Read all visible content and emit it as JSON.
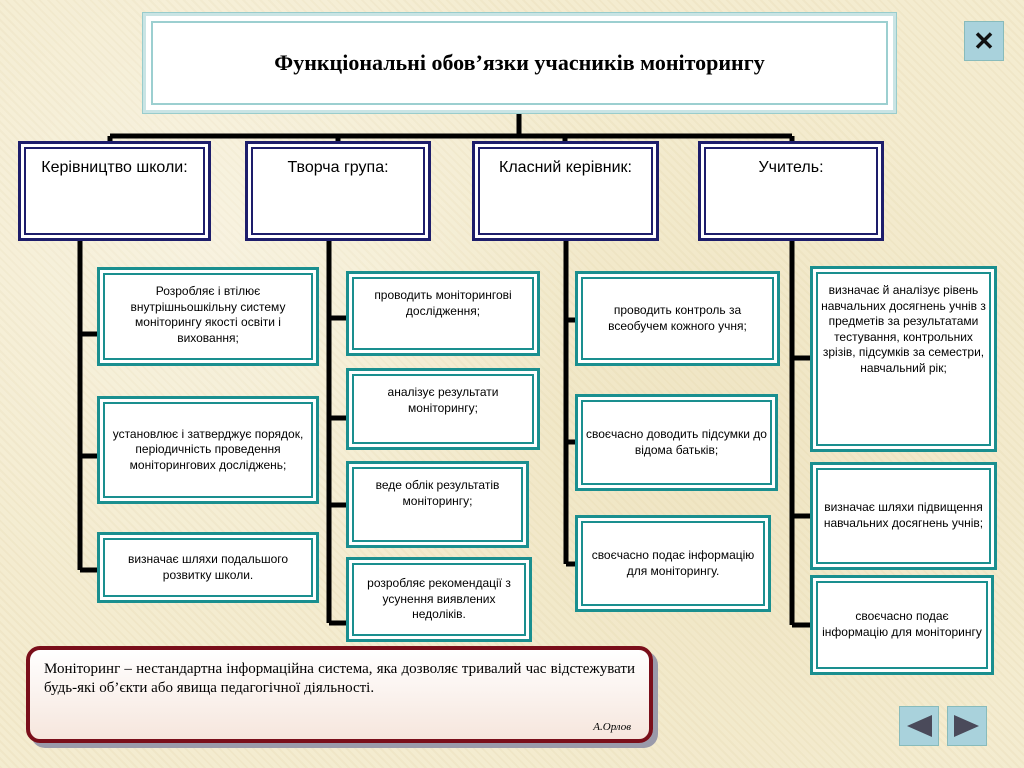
{
  "title": "Функціональні обов’язки учасників моніторингу",
  "close_glyph": "✕",
  "columns": [
    {
      "head": "Керівництво школи:",
      "tasks": [
        "Розробляє і втілює внутрішньошкільну систему моніторингу якості освіти і виховання;",
        "установлює і затверджує порядок, періодичність проведення моніторингових досліджень;",
        "визначає шляхи подальшого розвитку школи."
      ]
    },
    {
      "head": "Творча група:",
      "tasks": [
        "проводить моніторингові дослідження;",
        "аналізує результати моніторингу;",
        "веде облік результатів моніторингу;",
        "розробляє рекомендації з усунення виявлених недоліків."
      ]
    },
    {
      "head": "Класний керівник:",
      "tasks": [
        "проводить контроль за всеобучем кожного учня;",
        "своєчасно доводить підсумки до відома батьків;",
        "своєчасно подає інформацію для моніторингу."
      ]
    },
    {
      "head": "Учитель:",
      "tasks": [
        "визначає й аналізує рівень навчальних досягнень учнів з предметів за результатами тестування, контрольних зрізів, підсумків за семестри, навчальний рік;",
        "визначає шляхи підвищення навчальних досягнень учнів;",
        "своєчасно подає інформацію для моніторингу"
      ]
    }
  ],
  "quote": {
    "text": "Моніторинг – нестандартна інформаційна система, яка дозволяє тривалий час відстежувати будь-які об’єкти або явища педагогічної діяльності.",
    "author": "А.Орлов"
  },
  "nav": {
    "prev_icon": "triangle-left-icon",
    "next_icon": "triangle-right-icon",
    "color": "#4a4a5a"
  }
}
